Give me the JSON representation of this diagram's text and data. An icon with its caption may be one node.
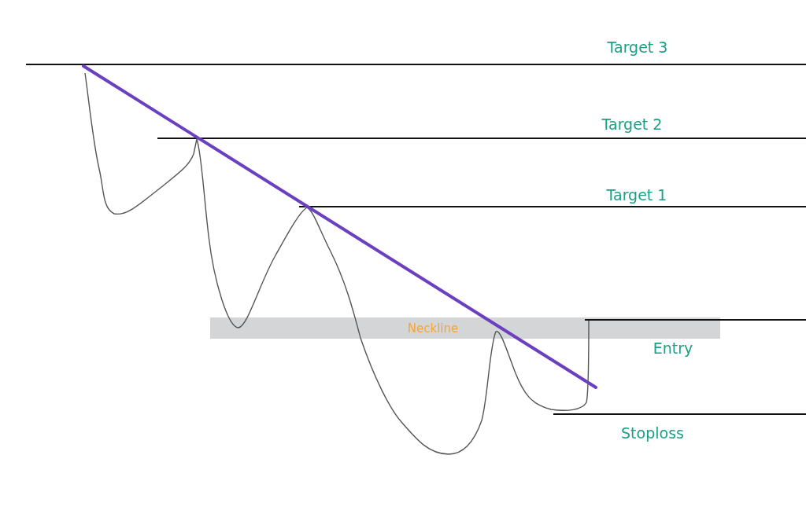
{
  "diagram": {
    "nodes": [
      {
        "text": [
          "Neckline"
        ]
      }
    ],
    "labels": [
      "Target 3",
      "Target 2",
      "Target 1",
      "Entry",
      "Stoploss"
    ]
  }
}
